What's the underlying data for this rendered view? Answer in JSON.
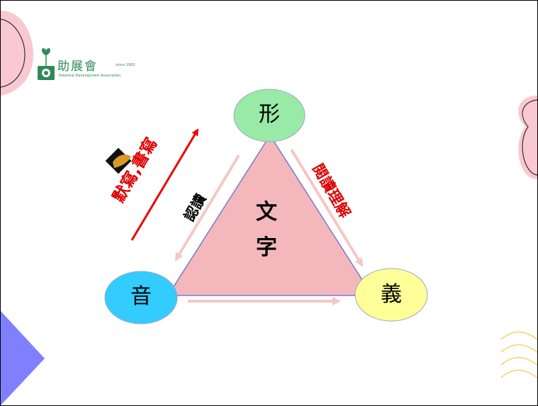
{
  "logo": {
    "name": "助展會",
    "year": "since 1993",
    "subtitle": "Potential Development Association"
  },
  "diagram": {
    "center_label": [
      "文",
      "字"
    ],
    "nodes": {
      "top": "形",
      "left": "音",
      "right": "義"
    },
    "edge_labels": {
      "left_inner": "認讀",
      "left_outer": "默寫,書寫",
      "right": "閱讀理解"
    }
  },
  "colors": {
    "triangle_fill": "#f4b8bc",
    "triangle_stroke": "#7878d0",
    "top_node": "#99eaa6",
    "left_node": "#33ccff",
    "right_node": "#ffff99",
    "red_arrow": "#ee0000",
    "pink_arrow": "#f4c7c7",
    "deco_purple": "#8080ff",
    "deco_pink": "#f9c8d0",
    "deco_yellow": "#f6d36a"
  }
}
